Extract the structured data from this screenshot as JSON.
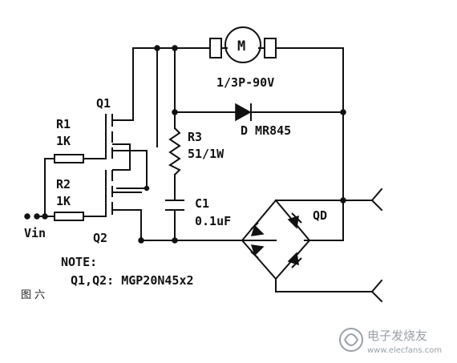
{
  "motor": {
    "symbol": "M",
    "rating": "1/3P-90V"
  },
  "q1": {
    "label": "Q1"
  },
  "q2": {
    "label": "Q2"
  },
  "r1": {
    "label": "R1",
    "value": "1K"
  },
  "r2": {
    "label": "R2",
    "value": "1K"
  },
  "r3": {
    "label": "R3",
    "value": "51/1W"
  },
  "c1": {
    "label": "C1",
    "value": "0.1uF"
  },
  "diode": {
    "label": "D MR845"
  },
  "bridge": {
    "label": "QD"
  },
  "input": {
    "label": "Vin"
  },
  "note": {
    "heading": "NOTE:",
    "text": "Q1,Q2: MGP20N45x2"
  },
  "figure": {
    "caption": "图 六"
  },
  "watermark": {
    "text": "电子发烧友",
    "site": "www.elecfans.com"
  },
  "colors": {
    "ink": "#111111",
    "watermark": "#9aa0a6"
  }
}
